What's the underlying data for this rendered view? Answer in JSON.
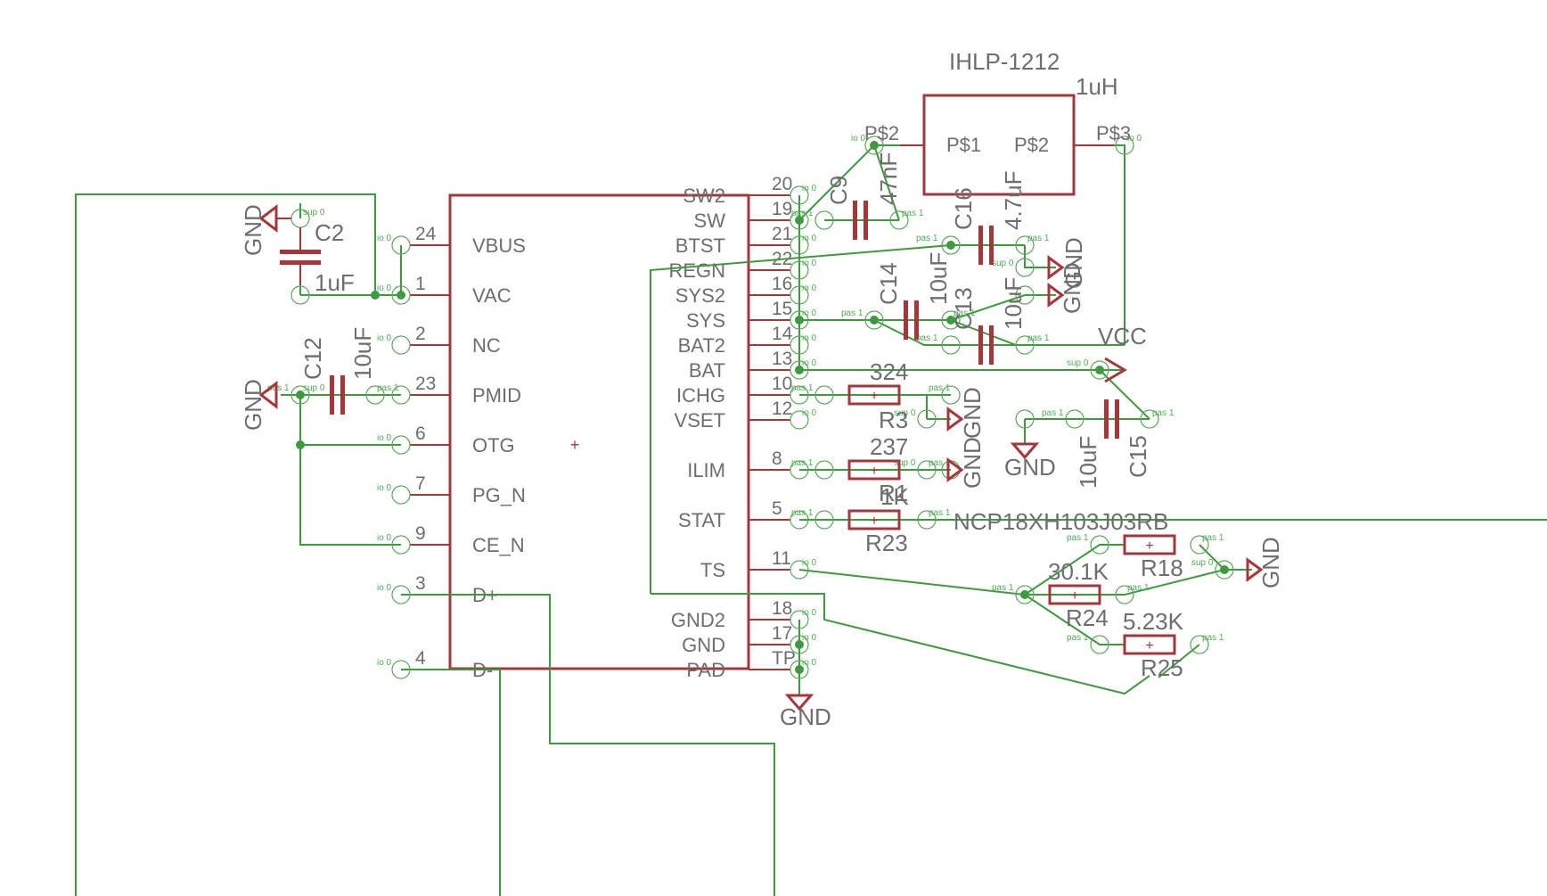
{
  "ic": {
    "left_pins": [
      {
        "num": "24",
        "name": "VBUS"
      },
      {
        "num": "1",
        "name": "VAC"
      },
      {
        "num": "2",
        "name": "NC"
      },
      {
        "num": "23",
        "name": "PMID"
      },
      {
        "num": "6",
        "name": "OTG"
      },
      {
        "num": "7",
        "name": "PG_N"
      },
      {
        "num": "9",
        "name": "CE_N"
      },
      {
        "num": "3",
        "name": "D+"
      },
      {
        "num": "4",
        "name": "D-"
      }
    ],
    "right_pins": [
      {
        "num": "20",
        "name": "SW2"
      },
      {
        "num": "19",
        "name": "SW"
      },
      {
        "num": "21",
        "name": "BTST"
      },
      {
        "num": "22",
        "name": "REGN"
      },
      {
        "num": "16",
        "name": "SYS2"
      },
      {
        "num": "15",
        "name": "SYS"
      },
      {
        "num": "14",
        "name": "BAT2"
      },
      {
        "num": "13",
        "name": "BAT"
      },
      {
        "num": "10",
        "name": "ICHG"
      },
      {
        "num": "12",
        "name": "VSET"
      },
      {
        "num": "8",
        "name": "ILIM"
      },
      {
        "num": "5",
        "name": "STAT"
      },
      {
        "num": "11",
        "name": "TS"
      },
      {
        "num": "18",
        "name": "GND2"
      },
      {
        "num": "17",
        "name": "GND"
      },
      {
        "num": "TP",
        "name": "PAD"
      }
    ]
  },
  "inductor": {
    "package": "IHLP-1212",
    "value": "1uH",
    "pin1": "P$1",
    "pin2": "P$2",
    "ext1": "P$2",
    "ext2": "P$3"
  },
  "parts": {
    "c2": {
      "ref": "C2",
      "value": "1uF"
    },
    "c12": {
      "ref": "C12",
      "value": "10uF"
    },
    "c9": {
      "ref": "C9",
      "value": "47nF"
    },
    "c16": {
      "ref": "C16",
      "value": "4.7uF"
    },
    "c14": {
      "ref": "C14",
      "value": "10uF"
    },
    "c13": {
      "ref": "C13",
      "value": "10uF"
    },
    "c15": {
      "ref": "C15",
      "value": "10uF"
    },
    "r3": {
      "ref": "R3",
      "value": "324"
    },
    "r1": {
      "ref": "R1",
      "value": "237"
    },
    "r23": {
      "ref": "R23",
      "value": "1K"
    },
    "r18": {
      "ref": "R18",
      "value": "NCP18XH103J03RB"
    },
    "r24": {
      "ref": "R24",
      "value": "30.1K"
    },
    "r25": {
      "ref": "R25",
      "value": "5.23K"
    }
  },
  "nets": {
    "gnd": "GND",
    "vcc": "VCC"
  },
  "pin_tags": {
    "io": "io 0",
    "pas": "pas 1",
    "sup": "sup 0"
  }
}
